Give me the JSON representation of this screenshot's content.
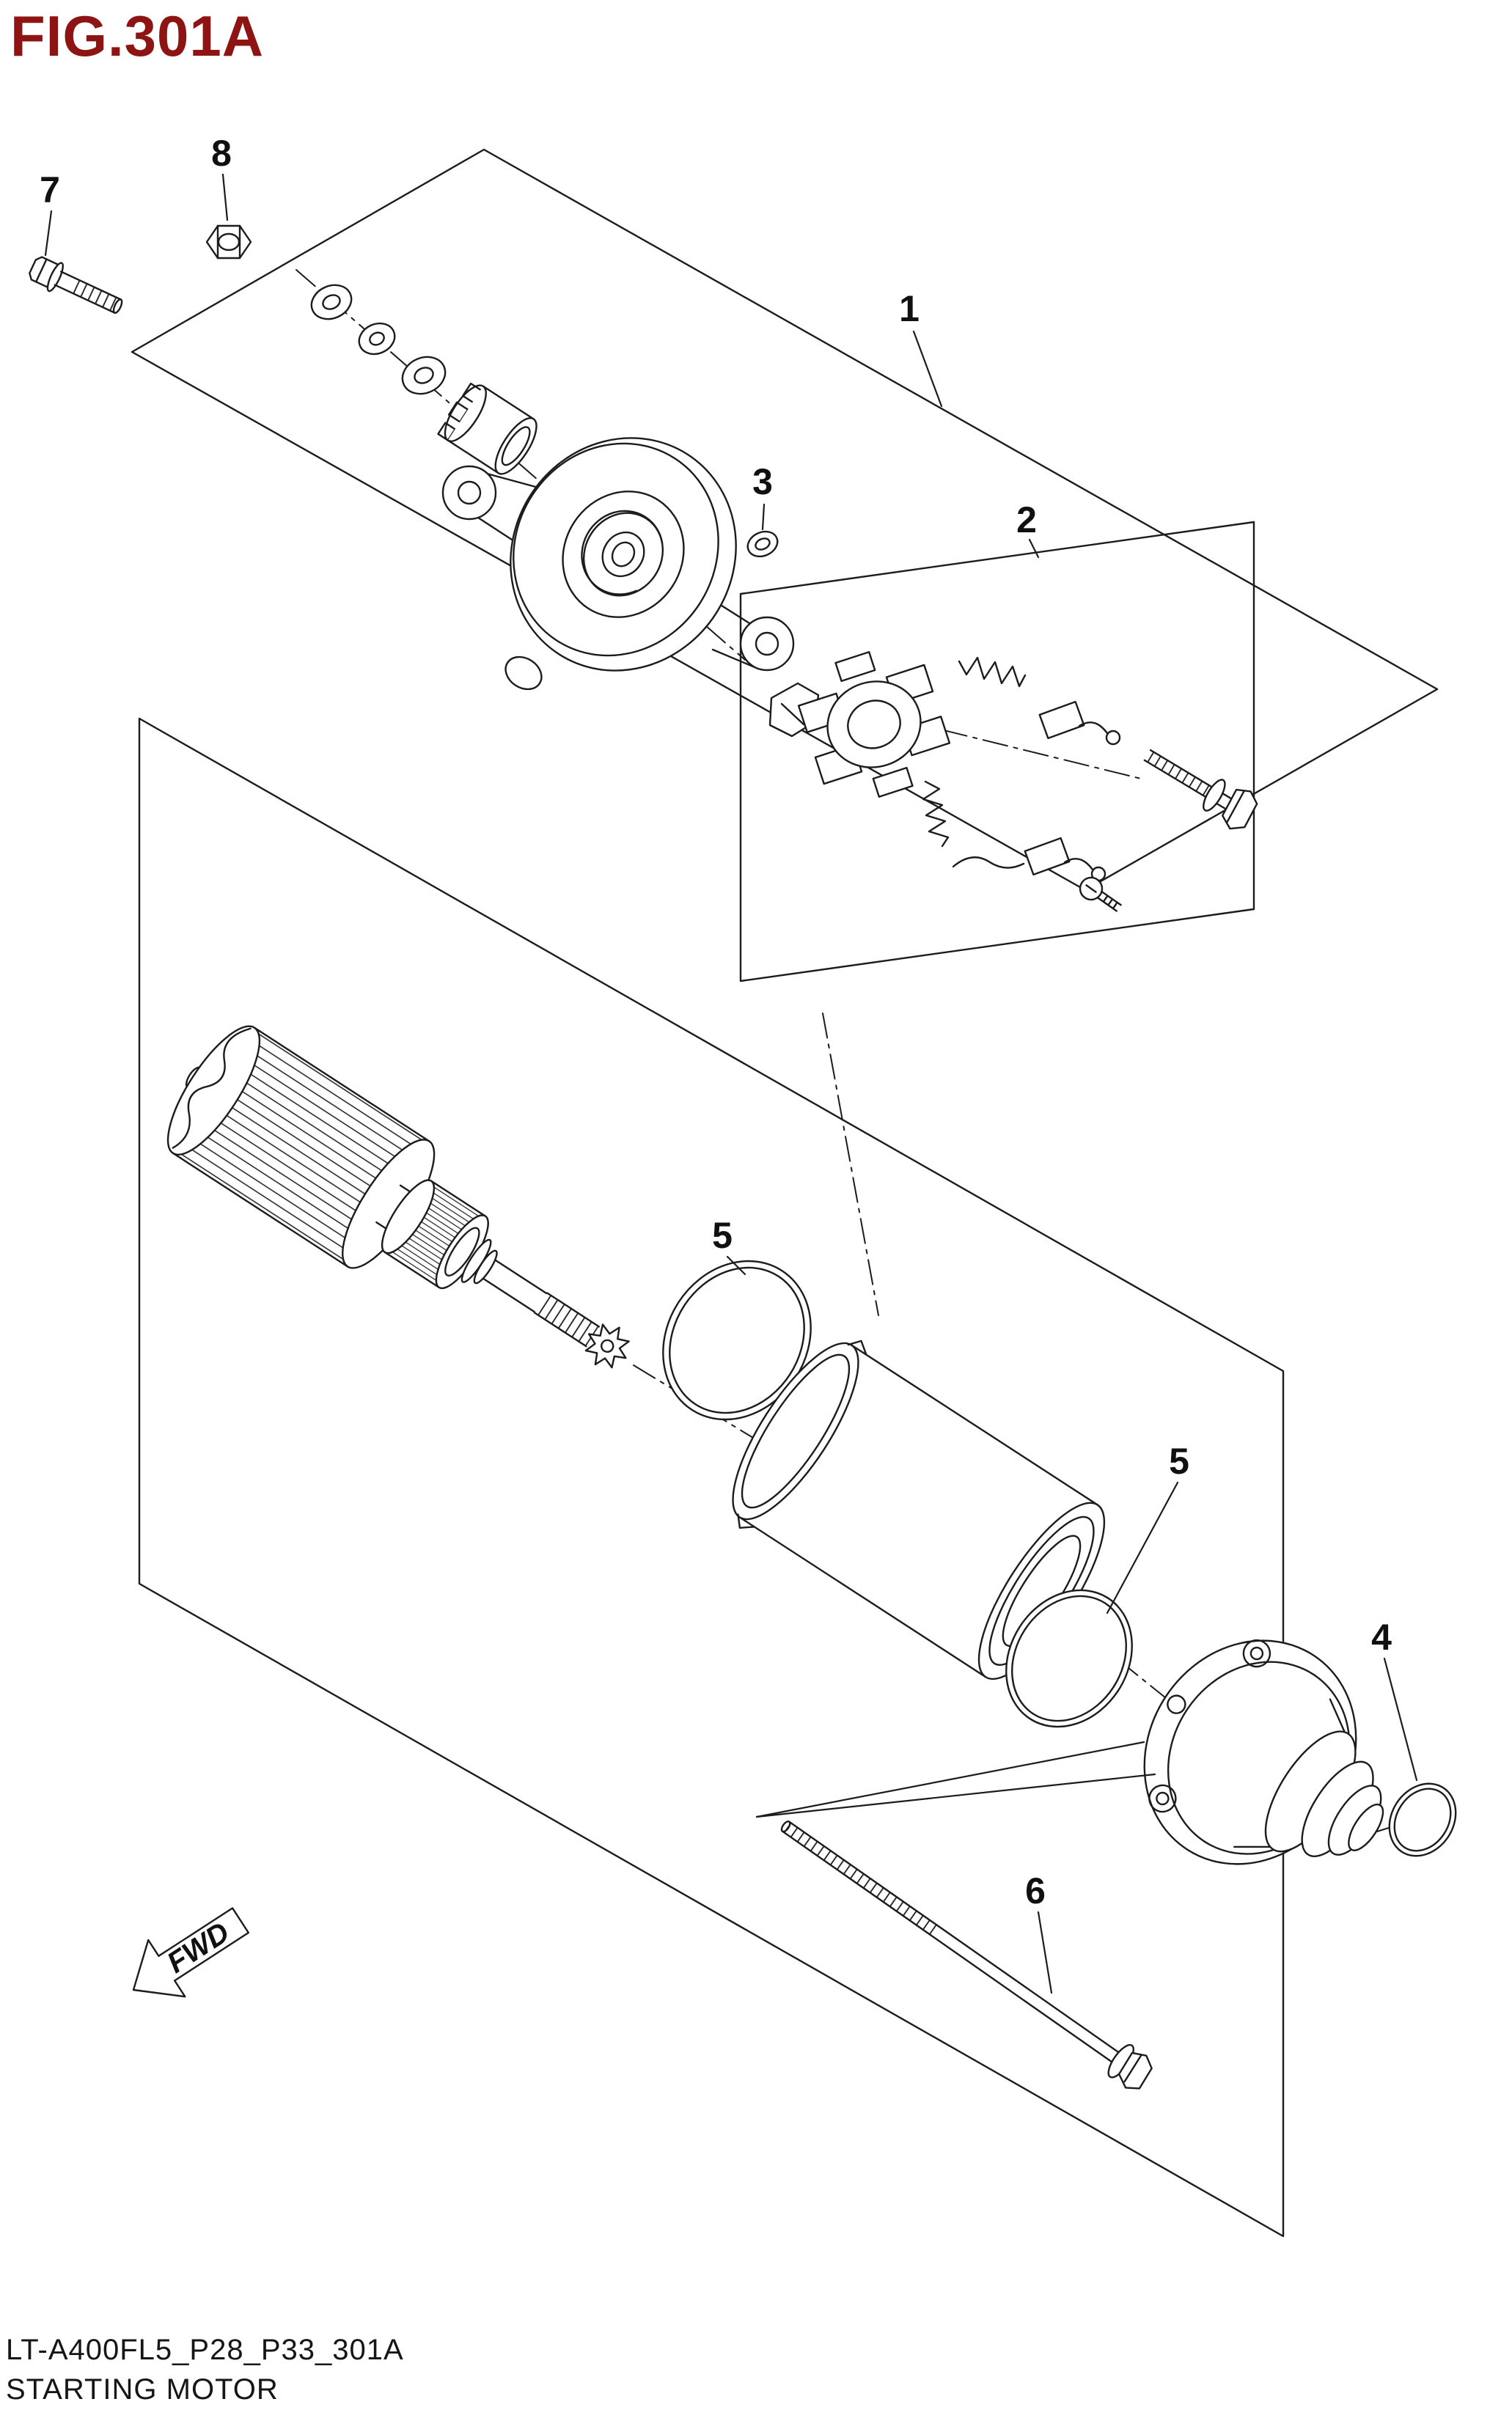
{
  "figure": {
    "title": "FIG.301A",
    "code": "LT-A400FL5_P28_P33_301A",
    "caption": "STARTING MOTOR",
    "fwd": "FWD"
  },
  "colors": {
    "accent_red": "#8e1414",
    "ink": "#1c1c1c",
    "paper": "#ffffff"
  },
  "callouts": [
    {
      "ref": "1"
    },
    {
      "ref": "2"
    },
    {
      "ref": "3"
    },
    {
      "ref": "4"
    },
    {
      "ref": "5"
    },
    {
      "ref": "5"
    },
    {
      "ref": "6"
    },
    {
      "ref": "7"
    },
    {
      "ref": "8"
    }
  ]
}
